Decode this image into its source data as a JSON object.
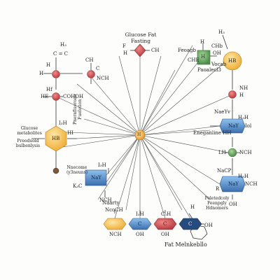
{
  "colors": {
    "red": "#c9474b",
    "green": "#6ba55e",
    "orange": "#f2b63d",
    "blue": "#4a82c4",
    "hub": "#f3a93a",
    "line": "#444444",
    "bond": "#333333"
  },
  "hub": {
    "label": "H"
  },
  "top_center": {
    "title": "Glucose Fat\nFasting",
    "left_label": "F",
    "left_label2": "H",
    "right_label": "CH"
  },
  "left_column": {
    "top_labels": {
      "a": "H₃",
      "b": "C = C",
      "c": "H"
    },
    "row1": {
      "left": "H",
      "node": "",
      "right_top": "CH",
      "right_mid": "C",
      "right_bottom": "NCH"
    },
    "row2": {
      "left": "Hf",
      "left2": "HE",
      "right": "COHOH"
    },
    "hex_left_top": "Glucose\nmetabolites",
    "hex_left_bottom": "Preoduold\nbulbenlysis",
    "hex_text": "HB",
    "hex_right_top": "I₃H",
    "hex_right": "HI",
    "hex_side_text": "Pnerafluoroan\nFuelotion",
    "blue_box": "NaY",
    "blue_top": "I₃H",
    "blue_right": "Nnecome\n(y3neuns)",
    "blue_left": "K₃C",
    "blue_bottom": "NCH"
  },
  "right_column": {
    "top": {
      "h_label": "H₃",
      "mid_label": "CHb",
      "green_box": "H",
      "green_left": "Feoagb",
      "green_right": "OH",
      "green_top": "H",
      "orange_label": "HB",
      "green_below": "Paoalecl3",
      "orange_side": "Vocab",
      "orange_left": "CHE"
    },
    "red_right": {
      "a": "NH",
      "b": "H"
    },
    "mid_blue": {
      "text": "NaY",
      "top_left": "NaeYv",
      "top_right": "H₃H",
      "right": "Iol"
    },
    "energy_label": "Eneganline HH",
    "green_small": {
      "left": "LH",
      "right": "NCH"
    },
    "lower_blue": {
      "text": "NaY",
      "top_left": "NaCP",
      "top_right": "H₃H",
      "right": "NCH",
      "left": "R"
    },
    "lower_text": "Peletedcoly\nFeenpgly\nHdnomers",
    "lower_oh": "OH"
  },
  "bottom_row": {
    "n_label": "Naarty",
    "n_label2": "NcoCH",
    "items": [
      {
        "top": "",
        "text": "",
        "bottom": "NCH"
      },
      {
        "top": "I₃H",
        "text": "C",
        "bottom": "OH"
      },
      {
        "top": "C₃H",
        "text": "C",
        "bottom": "OH"
      },
      {
        "top": "",
        "text": "C",
        "bottom": ""
      }
    ],
    "right_label": "H",
    "right_label2": "OH",
    "footer": "Fat Melnkebllo"
  }
}
